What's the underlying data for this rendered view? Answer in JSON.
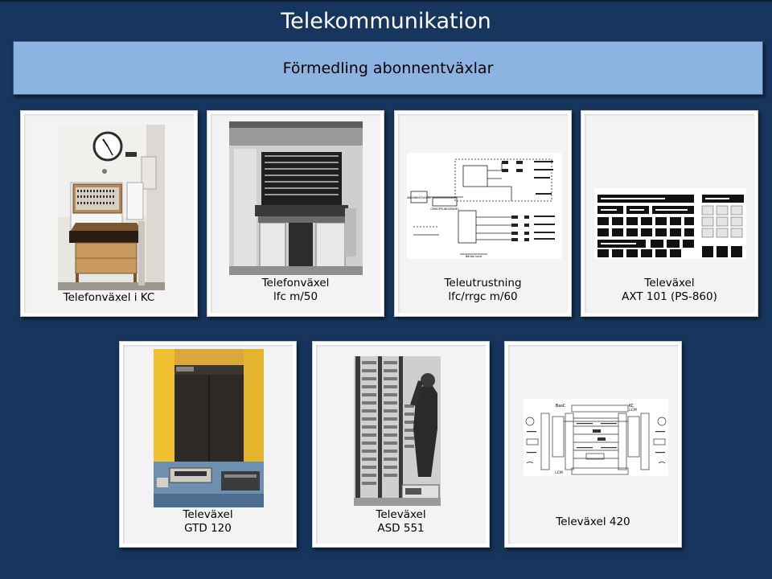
{
  "slide": {
    "title": "Telekommunikation",
    "subtitle": "Förmedling abonnentväxlar"
  },
  "cards": [
    {
      "lines": [
        "Telefonväxel i KC"
      ]
    },
    {
      "lines": [
        "Telefonväxel",
        "lfc m/50"
      ]
    },
    {
      "lines": [
        "Teleutrustning",
        "lfc/rrgc m/60"
      ]
    },
    {
      "lines": [
        "Televäxel",
        "AXT 101 (PS-860)"
      ]
    },
    {
      "lines": [
        "Televäxel",
        "GTD 120"
      ]
    },
    {
      "lines": [
        "Televäxel",
        "ASD 551"
      ]
    },
    {
      "lines": [
        "Televäxel 420"
      ]
    }
  ],
  "diagrams": {
    "teleutrustning_labels": [
      "ABONNENTVÄXEL",
      "OMKOPPLINGSPANEL",
      "Bärbar bord"
    ],
    "televaxel420_labels": [
      "BasC",
      "KC",
      "LCM",
      "LCM"
    ]
  }
}
